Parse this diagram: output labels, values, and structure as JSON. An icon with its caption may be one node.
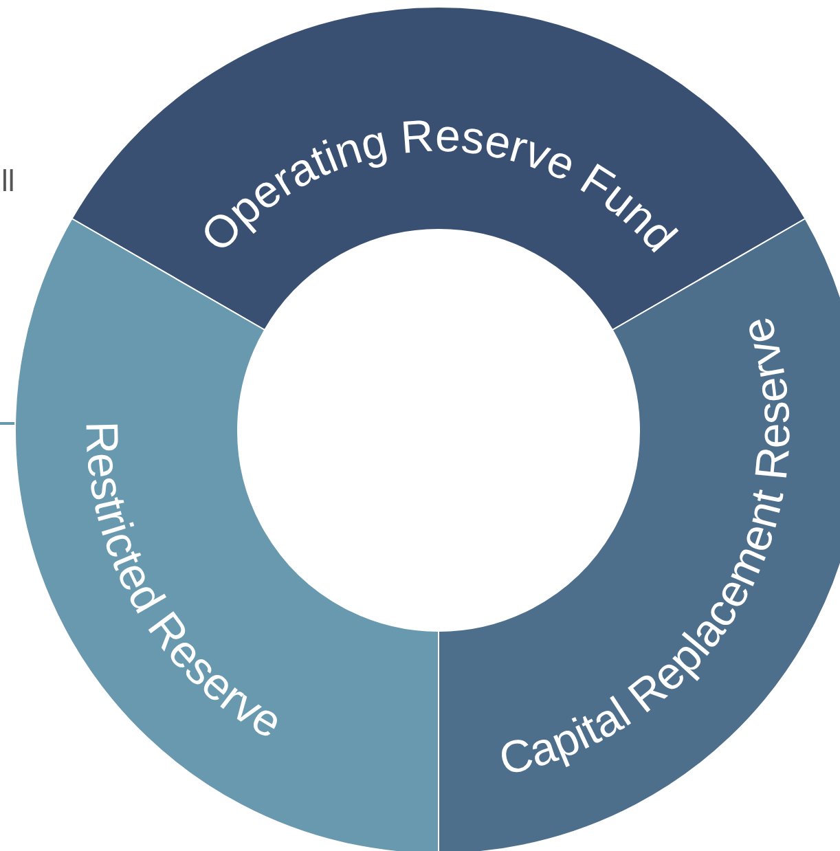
{
  "diagram": {
    "nodes": [
      {
        "text": [
          "Operating Reserve Fund"
        ]
      },
      {
        "text": [
          "Capital Replacement Reserve"
        ]
      },
      {
        "text": [
          "Restricted Reserve"
        ]
      }
    ],
    "labels": [
      "ll"
    ]
  }
}
